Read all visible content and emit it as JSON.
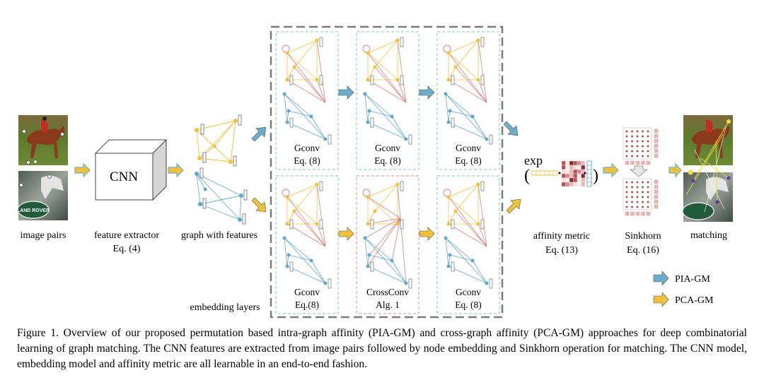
{
  "labels": {
    "image_pairs": "image pairs",
    "feature_extractor": "feature extractor",
    "feature_extractor_eq": "Eq. (4)",
    "cnn": "CNN",
    "graph_with_features": "graph with features",
    "embedding_layers": "embedding layers",
    "exp": "exp",
    "affinity_metric": "affinity metric",
    "affinity_metric_eq": "Eq. (13)",
    "sinkhorn": "Sinkhorn",
    "sinkhorn_eq": "Eq. (16)",
    "matching": "matching",
    "land_rover": "LAND ROVER"
  },
  "panels": {
    "top": [
      {
        "name": "Gconv",
        "eq": "Eq. (8)"
      },
      {
        "name": "Gconv",
        "eq": "Eq. (8)"
      },
      {
        "name": "Gconv",
        "eq": "Eq. (8)"
      }
    ],
    "bottom": [
      {
        "name": "Gconv",
        "eq": "Eq.(8)"
      },
      {
        "name": "CrossConv",
        "eq": "Alg. 1"
      },
      {
        "name": "Gconv",
        "eq": "Eq. (8)"
      }
    ]
  },
  "legend": [
    {
      "label": "PIA-GM",
      "color": "#6aaec9"
    },
    {
      "label": "PCA-GM",
      "color": "#f0c13a"
    }
  ],
  "colors": {
    "pia_arrow": "#6aaec9",
    "pca_arrow": "#f0c13a",
    "yellow_node": "#f0c13a",
    "blue_node": "#5fa8c8",
    "red_edge": "#d88080",
    "green_dash": "#7ec9a4",
    "red_dash": "#e08a8a",
    "gray_dash": "#7a7a7a"
  },
  "caption": "Figure 1. Overview of our proposed permutation based intra-graph affinity (PIA-GM) and cross-graph affinity (PCA-GM) approaches for deep combinatorial learning of graph matching. The CNN features are extracted from image pairs followed by node embedding and Sinkhorn operation for matching. The CNN model, embedding model and affinity metric are all learnable in an end-to-end fashion."
}
